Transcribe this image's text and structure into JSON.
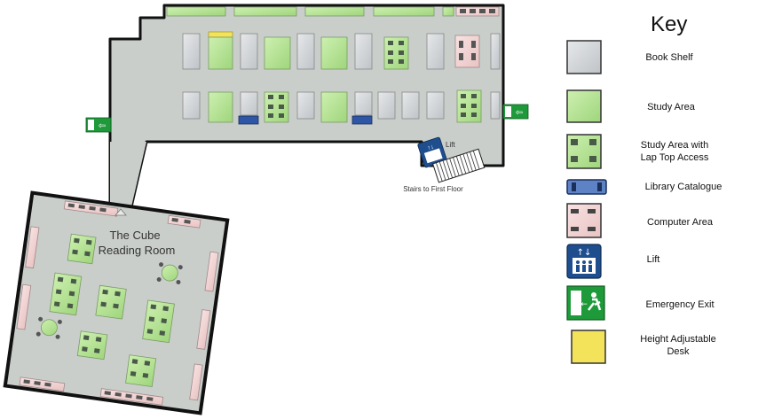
{
  "map": {
    "room_title": "The Cube\nReading Room",
    "lift_label": "Lift",
    "stairs_label": "Stairs to First Floor"
  },
  "key": {
    "title": "Key",
    "items": [
      {
        "label": "Book Shelf",
        "icon": "bookshelf-icon",
        "color": "#d0d3d7"
      },
      {
        "label": "Study Area",
        "icon": "study-area-icon",
        "color": "#b8e39a"
      },
      {
        "label": "Study Area with\nLap Top Access",
        "icon": "laptop-study-icon",
        "color": "#b8e39a"
      },
      {
        "label": "Library Catalogue",
        "icon": "catalogue-icon",
        "color": "#2e56a6"
      },
      {
        "label": "Computer Area",
        "icon": "computer-area-icon",
        "color": "#f2d3d3"
      },
      {
        "label": "Lift",
        "icon": "lift-icon",
        "color": "#1f4e8f"
      },
      {
        "label": "Emergency Exit",
        "icon": "emergency-exit-icon",
        "color": "#1f9a3a"
      },
      {
        "label": "Height Adjustable\nDesk",
        "icon": "height-desk-icon",
        "color": "#f2e35a"
      }
    ]
  },
  "colors": {
    "floor": "#c9ceca",
    "wall": "#111111",
    "shelf": "#d0d3d7",
    "study": "#b8e39a",
    "computer": "#f2d3d3",
    "catalogue": "#2e56a6",
    "lift": "#1f4e8f",
    "exit": "#1f9a3a",
    "yellow": "#f2e35a"
  }
}
